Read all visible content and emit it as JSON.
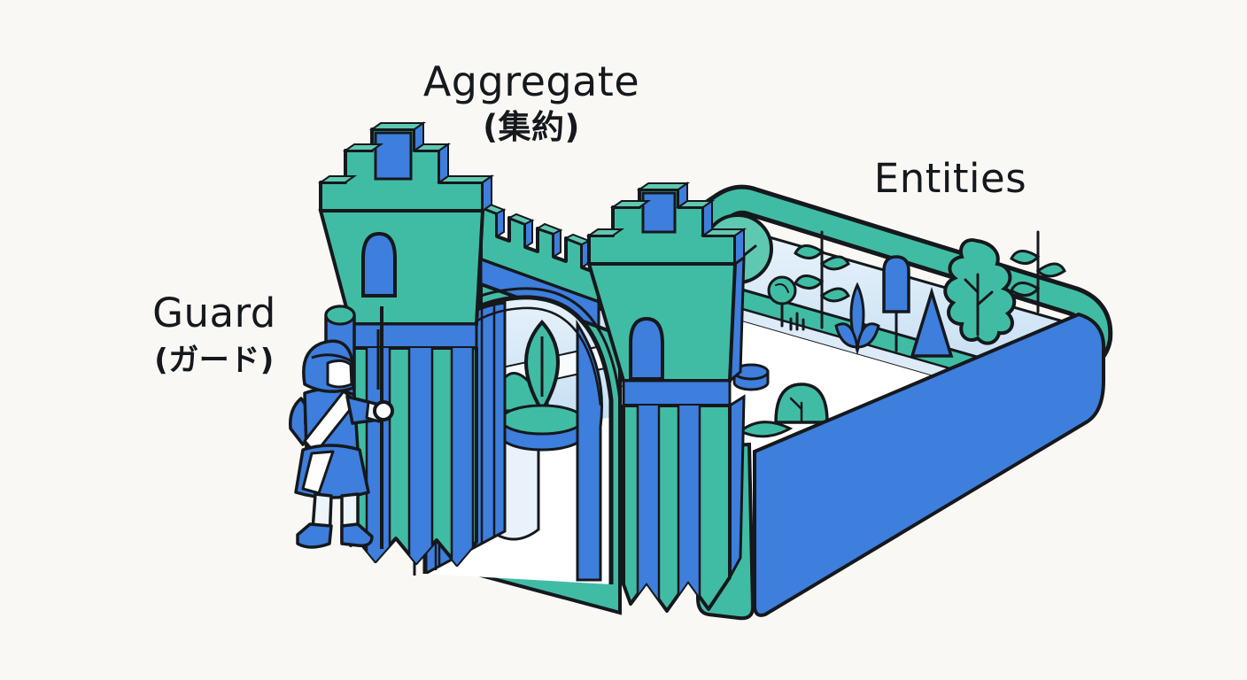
{
  "figure": {
    "type": "isometric illustration — castle gate (aggregate) guarding a walled garden of entities",
    "background": "#FAF8F4",
    "palette": {
      "paper": "#FAF8F4",
      "ink": "#15181C",
      "teal": "#41BCA4",
      "teal-light": "#5FC8B0",
      "blue": "#3E7EDC",
      "sky-top": "#EAF4FB",
      "sky-bottom": "#BFDCF2",
      "panel-light": "#E9F1FA",
      "white": "#FFFFFF"
    },
    "labels": {
      "aggregate": {
        "en": "Aggregate",
        "ja": "(集約)"
      },
      "guard": {
        "en": "Guard",
        "ja": "(ガード)"
      },
      "entities": {
        "en": "Entities"
      }
    }
  }
}
